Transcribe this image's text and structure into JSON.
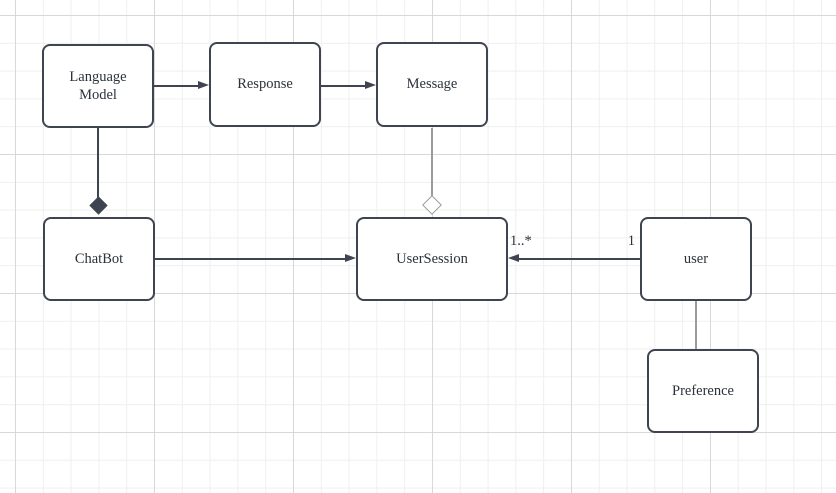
{
  "diagram": {
    "nodes": {
      "language_model": {
        "label": "Language\nModel"
      },
      "response": {
        "label": "Response"
      },
      "message": {
        "label": "Message"
      },
      "chatbot": {
        "label": "ChatBot"
      },
      "user_session": {
        "label": "UserSession"
      },
      "user": {
        "label": "user"
      },
      "preference": {
        "label": "Preference"
      }
    },
    "edges": [
      {
        "from": "language_model",
        "to": "response",
        "type": "directed-arrow"
      },
      {
        "from": "response",
        "to": "message",
        "type": "directed-arrow"
      },
      {
        "from": "language_model",
        "to": "chatbot",
        "type": "composition-filled-diamond"
      },
      {
        "from": "message",
        "to": "user_session",
        "type": "aggregation-hollow-diamond"
      },
      {
        "from": "chatbot",
        "to": "user_session",
        "type": "directed-arrow"
      },
      {
        "from": "user",
        "to": "user_session",
        "type": "directed-arrow",
        "source_multiplicity": "1",
        "target_multiplicity": "1..*"
      },
      {
        "from": "user",
        "to": "preference",
        "type": "plain-line"
      }
    ],
    "colors": {
      "node_border": "#3e4551",
      "node_fill": "#ffffff",
      "text": "#2b323b",
      "dark_connector": "#3e4551",
      "gray_connector": "#9b9b9b",
      "grid_minor": "#efefef",
      "grid_major": "#d8d8d8",
      "canvas_background": "#ffffff"
    }
  }
}
